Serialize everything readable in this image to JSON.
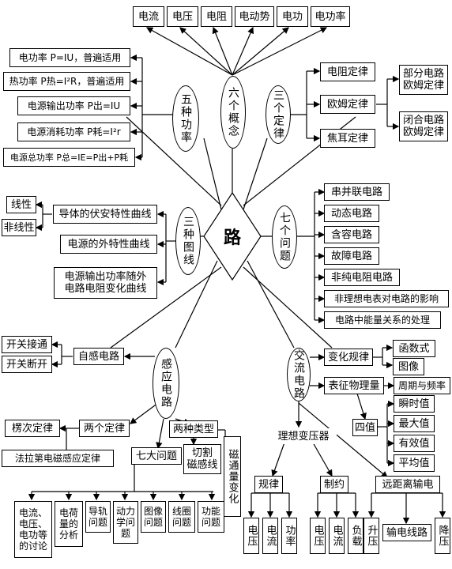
{
  "center": "路",
  "hubs": {
    "six_concepts": "六个概念",
    "five_powers": "五种功率",
    "three_laws": "三个定律",
    "three_curves": "三种图线",
    "seven_problems": "七个问题",
    "induction": "感应电路",
    "ac": "交流电路"
  },
  "concepts": [
    "电流",
    "电压",
    "电阻",
    "电动势",
    "电功",
    "电功率"
  ],
  "powers": [
    "电功率 P=IU，普遍适用",
    "热功率 P热=I²R，普遍适用",
    "电源输出功率 P出=IU",
    "电源消耗功率 P耗=I²r",
    "电源总功率 P总=IE=P出+P耗"
  ],
  "laws": {
    "resistance": "电阻定律",
    "ohm": "欧姆定律",
    "joule": "焦耳定律",
    "partial_ohm": "部分电路\n欧姆定律",
    "closed_ohm": "闭合电路\n欧姆定律"
  },
  "curves": {
    "volt_ampere": "导体的伏安特性曲线",
    "linear": "线性",
    "nonlinear": "非线性",
    "source_output": "电源的外特性曲线",
    "power_vs_r": "电源输出功率随外\n电路电阻变化曲线"
  },
  "problems": [
    "串并联电路",
    "动态电路",
    "含容电路",
    "故障电路",
    "非纯电阻电路",
    "非理想电表对电路的影响",
    "电路中能量关系的处理"
  ],
  "induction": {
    "self": "自感电路",
    "switch_on": "开关接通",
    "switch_off": "开关断开",
    "two_laws": "两个定律",
    "lenz": "楞次定律",
    "faraday": "法拉第电磁感应定律",
    "seven_problems": "七大问题",
    "two_types": "两种类型",
    "cutting": "切割\n磁感线",
    "flux_change": "磁通量变化",
    "problem_list": [
      "电流、\n电压、\n电功等\n的讨论",
      "电荷\n量的\n分析",
      "导轨\n问题",
      "动力\n学问\n题",
      "图像\n问题",
      "线圈\n问题",
      "功能\n问题"
    ]
  },
  "ac": {
    "rule": "变化规律",
    "function": "函数式",
    "graph": "图像",
    "physical": "表征物理量",
    "period": "周期与频率",
    "four_values": "四值",
    "values": [
      "瞬时值",
      "最大值",
      "有效值",
      "平均值"
    ],
    "transformer": "理想变压器",
    "law": "规律",
    "constraint": "制约",
    "law_items": [
      "电压",
      "电流",
      "功率"
    ],
    "constraint_items": [
      "电压",
      "电流",
      "负载"
    ],
    "transmission": "远距离输电",
    "step_up": "升压",
    "line": "输电线路",
    "step_down": "降压"
  }
}
